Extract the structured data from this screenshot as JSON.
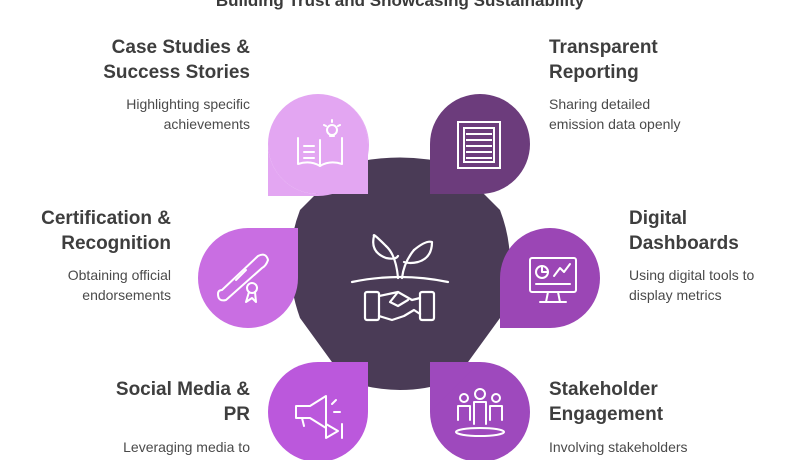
{
  "title": "Building Trust and Showcasing Sustainability",
  "colors": {
    "center": "#4a3b56",
    "case_studies": "#e3a6f2",
    "transparent_reporting": "#6c3c7c",
    "certification": "#c96ee2",
    "digital_dashboards": "#9b46b5",
    "social_media": "#bb58dc",
    "stakeholder": "#9e49bd",
    "text_dark": "#3e3e3e"
  },
  "center": {
    "icon": "handshake-sprout-icon"
  },
  "items": {
    "case_studies": {
      "title_lines": [
        "Case Studies &",
        "Success Stories"
      ],
      "desc_lines": [
        "Highlighting specific",
        "achievements"
      ],
      "icon": "book-lightbulb-icon"
    },
    "transparent_reporting": {
      "title_lines": [
        "Transparent",
        "Reporting"
      ],
      "desc_lines": [
        "Sharing detailed",
        "emission data openly"
      ],
      "icon": "document-report-icon"
    },
    "certification": {
      "title_lines": [
        "Certification &",
        "Recognition"
      ],
      "desc_lines": [
        "Obtaining official",
        "endorsements"
      ],
      "icon": "diploma-scroll-icon"
    },
    "digital_dashboards": {
      "title_lines": [
        "Digital",
        "Dashboards"
      ],
      "desc_lines": [
        "Using digital tools to",
        "display metrics"
      ],
      "icon": "monitor-chart-icon"
    },
    "social_media": {
      "title_lines": [
        "Social Media &",
        "PR"
      ],
      "desc_lines": [
        "Leveraging media to",
        ""
      ],
      "icon": "megaphone-icon"
    },
    "stakeholder": {
      "title_lines": [
        "Stakeholder",
        "Engagement"
      ],
      "desc_lines": [
        "Involving stakeholders",
        ""
      ],
      "icon": "group-people-icon"
    }
  }
}
